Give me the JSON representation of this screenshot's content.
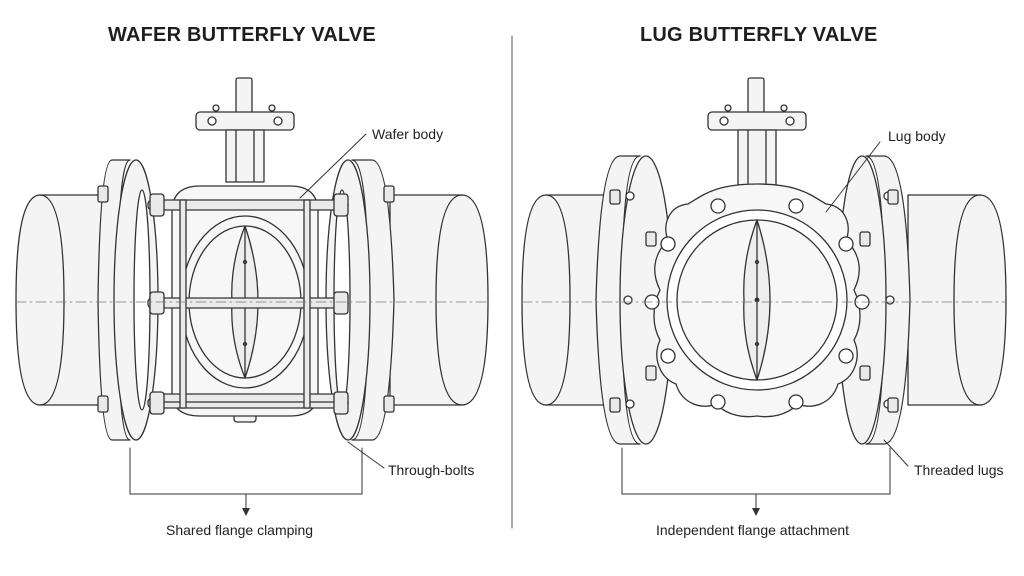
{
  "left": {
    "title": "WAFER BUTTERFLY VALVE",
    "callout_body": "Wafer body",
    "callout_bolts": "Through-bolts",
    "caption": "Shared flange clamping"
  },
  "right": {
    "title": "LUG BUTTERFLY VALVE",
    "callout_body": "Lug body",
    "callout_lugs": "Threaded lugs",
    "caption": "Independent flange attachment"
  },
  "colors": {
    "line": "#333333",
    "fill": "#f4f4f4",
    "background": "#ffffff"
  }
}
